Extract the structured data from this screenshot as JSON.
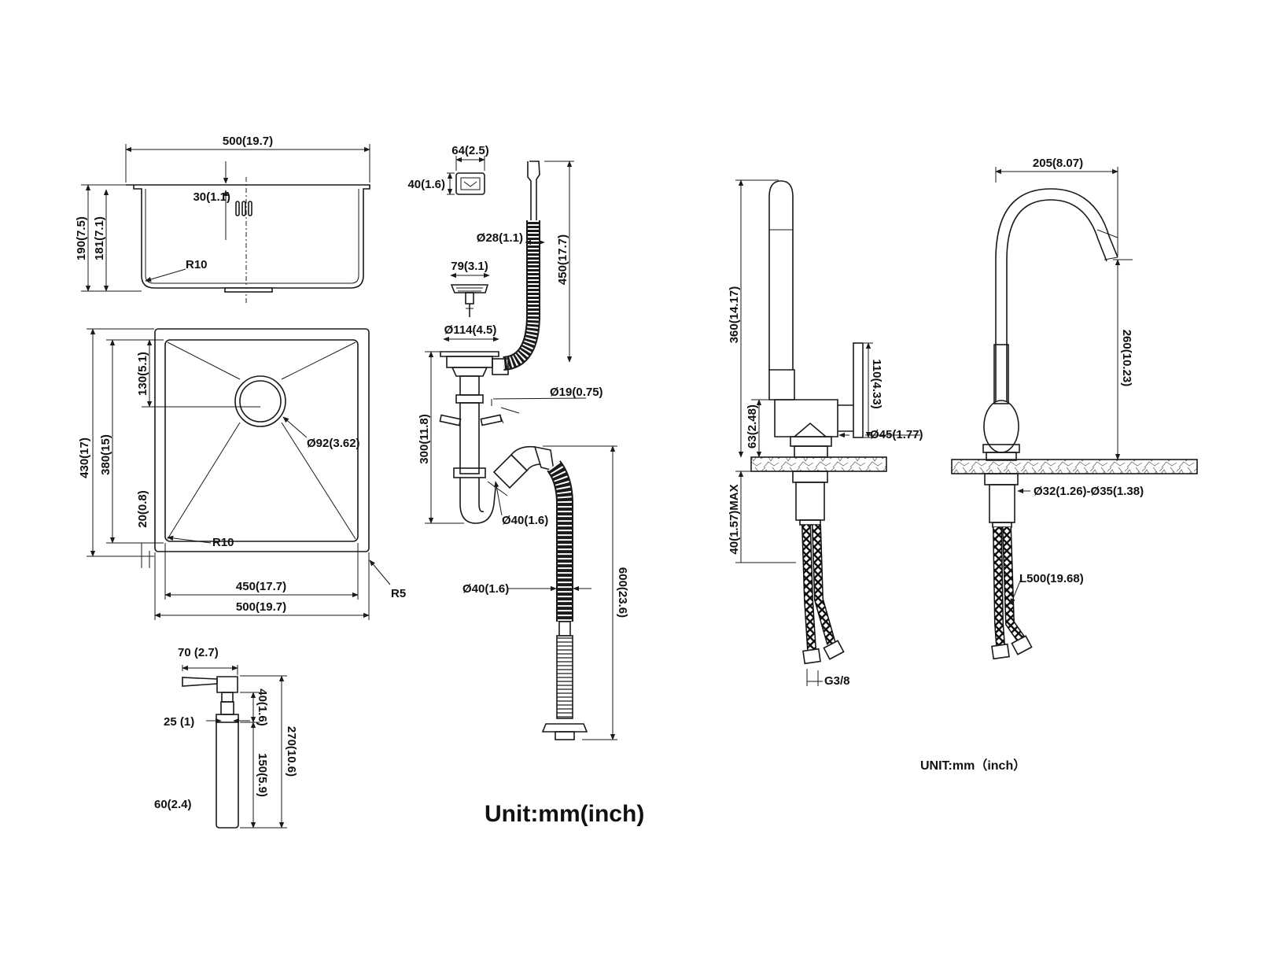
{
  "colors": {
    "line": "#1a1a1a",
    "background": "#ffffff"
  },
  "sink_side": {
    "width": "500(19.7)",
    "depth_total": "190(7.5)",
    "depth_inner": "181(7.1)",
    "rim": "30(1.1)",
    "radius": "R10"
  },
  "sink_top": {
    "depth_total": "430(17)",
    "depth_inner": "380(15)",
    "drain_offset": "130(5.1)",
    "bottom_offset": "20(0.8)",
    "drain_dia": "Ø92(3.62)",
    "radius_inner": "R10",
    "radius_outer": "R5",
    "width_inner": "450(17.7)",
    "width_outer": "500(19.7)"
  },
  "dispenser": {
    "width": "70  (2.7)",
    "neck": "25  (1)",
    "neck_height": "40(1.6)",
    "bottle_height": "150(5.9)",
    "total_height": "270(10.6)",
    "bottle_dia": "60(2.4)"
  },
  "drain": {
    "box_width": "64(2.5)",
    "box_height": "40(1.6)",
    "overflow_dia": "Ø28(1.1)",
    "overflow_length": "450(17.7)",
    "basket_width": "79(3.1)",
    "flange_dia": "Ø114(4.5)",
    "trap_height": "300(11.8)",
    "side_dia": "Ø19(0.75)",
    "trap_dia": "Ø40(1.6)",
    "hose_dia": "Ø40(1.6)",
    "hose_length": "600(23.6)"
  },
  "units_left": "Unit:mm(inch)",
  "faucet_side": {
    "height": "360(14.17)",
    "handle": "110(4.33)",
    "body": "63(2.48)",
    "body_dia": "Ø45(1.77)",
    "deck_max": "40(1.57)MAX",
    "thread": "G3/8"
  },
  "faucet_front": {
    "reach": "205(8.07)",
    "spout_height": "260(10.23)",
    "shank_dia": "Ø32(1.26)-Ø35(1.38)",
    "hose_length": "L500(19.68)"
  },
  "units_right": "UNIT:mm（inch）"
}
